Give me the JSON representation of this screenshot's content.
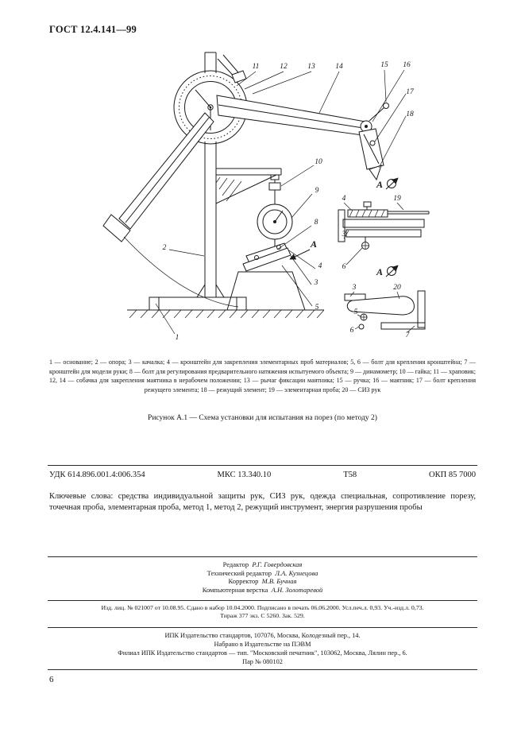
{
  "header": {
    "doc_number": "ГОСТ 12.4.141—99"
  },
  "figure": {
    "legend": "1 — основание; 2 — опора; 3 — качалка; 4 — кронштейн для закрепления элементарных проб материалов; 5, 6 — болт для крепления кронштейна; 7 — кронштейн для модели руки; 8 — болт для регулирования предварительного натяжения испытуемого объекта; 9 — динамометр; 10 — гайка; 11 — храповик; 12, 14 — собачка для закрепления маятника в нерабочем положении; 13 — рычаг фиксации маятника; 15 — ручка; 16 — маятник; 17 — болт крепления режущего элемента; 18 — режущий элемент; 19 — элементарная проба; 20 — СИЗ рук",
    "caption": "Рисунок А.1 — Схема установки для испытания на порез (по методу 2)",
    "view_label": "А",
    "callouts": {
      "n1": "1",
      "n2": "2",
      "n3": "3",
      "n4": "4",
      "n5": "5",
      "n6": "6",
      "n7": "7",
      "n8": "8",
      "n9": "9",
      "n10": "10",
      "n11": "11",
      "n12": "12",
      "n13": "13",
      "n14": "14",
      "n15": "15",
      "n16": "16",
      "n17": "17",
      "n18": "18",
      "n19": "19",
      "n20": "20"
    }
  },
  "codes": {
    "udk": "УДК 614.896.001.4:006.354",
    "mks": "МКС 13.340.10",
    "t": "Т58",
    "okp": "ОКП 85 7000"
  },
  "keywords": "Ключевые слова: средства индивидуальной защиты рук, СИЗ рук, одежда специальная, сопротивление порезу, точечная проба, элементарная проба, метод 1, метод 2, режущий инструмент, энергия разрушения пробы",
  "credits": [
    {
      "role": "Редактор",
      "name": "Р.Г. Говердовская"
    },
    {
      "role": "Технический редактор",
      "name": "Л.А. Кузнецова"
    },
    {
      "role": "Корректор",
      "name": "М.В. Бучная"
    },
    {
      "role": "Компьютерная верстка",
      "name": "А.Н. Золотаревой"
    }
  ],
  "imprint": {
    "line1": "Изд. лиц. № 021007 от 10.08.95.  Сдано в набор 10.04.2000.  Подписано в печать 06.06.2000.  Усл.печ.л. 0,93.  Уч.-изд.л. 0,73.",
    "line2": "Тираж 377 экз.  С 5260.  Зак. 529."
  },
  "publisher": {
    "line1": "ИПК Издательство стандартов, 107076, Москва, Колодезный пер., 14.",
    "line2": "Набрано в Издательстве на ПЭВМ",
    "line3": "Филиал ИПК Издательство стандартов — тип. \"Московский печатник\", 103062, Москва, Лялин пер., 6.",
    "line4": "Пар № 080102"
  },
  "page_number": "6"
}
